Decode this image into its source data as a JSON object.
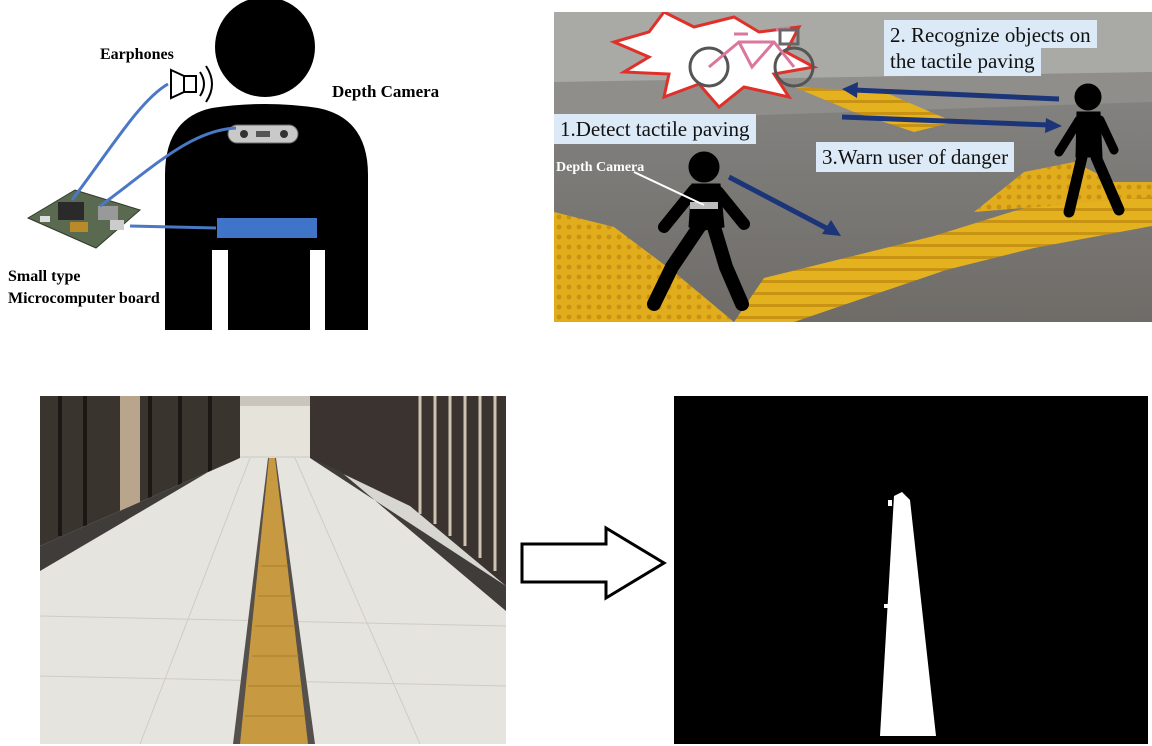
{
  "wearable": {
    "earphones_label": "Earphones",
    "depth_camera_label": "Depth Camera",
    "board_label_line1": "Small type",
    "board_label_line2": "Microcomputer board"
  },
  "scene": {
    "step1": "1.Detect tactile paving",
    "step2_line1": "2. Recognize objects on",
    "step2_line2": "the tactile paving",
    "step3": "3.Warn user of danger",
    "camera_label": "Depth Camera"
  },
  "colors": {
    "arrow_blue": "#1c3578",
    "wire_blue": "#4a78c4",
    "belt_blue": "#3f74c8",
    "paving_yellow": "#e2ad1c",
    "callout_bg": "#dbeaf6"
  }
}
